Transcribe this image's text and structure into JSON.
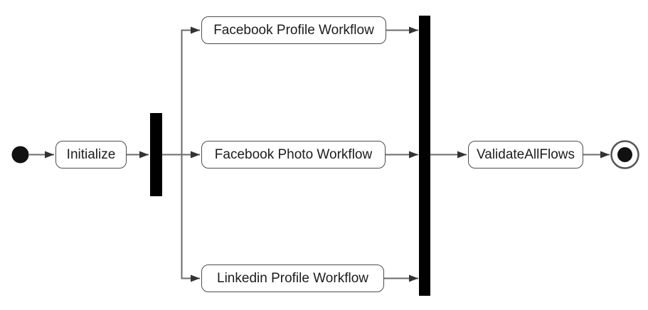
{
  "diagram": {
    "type": "uml-activity-diagram",
    "background": "#ffffff",
    "edge_color": "#6b6b6b",
    "arrowhead_color": "#333333",
    "bar_color": "#000000",
    "node_border_color": "#4d4d4d",
    "node_fill": "#ffffff",
    "text_color": "#1c1c1c",
    "nodes": {
      "initial": {
        "type": "initial-node"
      },
      "initialize": {
        "label": "Initialize"
      },
      "fork": {
        "type": "fork-bar"
      },
      "branches": [
        {
          "label": "Facebook Profile Workflow"
        },
        {
          "label": "Facebook Photo Workflow"
        },
        {
          "label": "Linkedin Profile Workflow"
        }
      ],
      "join": {
        "type": "join-bar"
      },
      "validate": {
        "label": "ValidateAllFlows"
      },
      "final": {
        "type": "final-node"
      }
    },
    "flow": [
      "initial -> Initialize",
      "Initialize -> fork",
      "fork -> Facebook Profile Workflow",
      "fork -> Facebook Photo Workflow",
      "fork -> Linkedin Profile Workflow",
      "Facebook Profile Workflow -> join",
      "Facebook Photo Workflow -> join",
      "Linkedin Profile Workflow -> join",
      "join -> ValidateAllFlows",
      "ValidateAllFlows -> final"
    ]
  }
}
